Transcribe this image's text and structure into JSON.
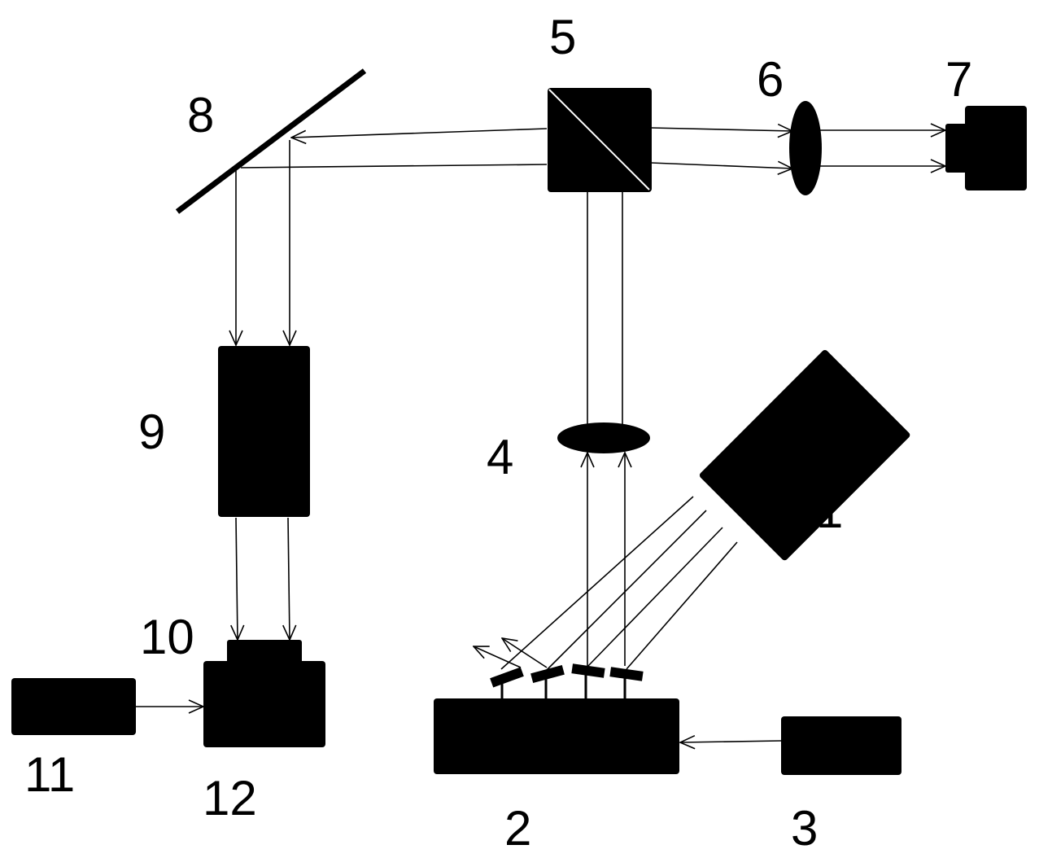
{
  "diagram": {
    "colors": {
      "component": "#000000",
      "beam": "#000000",
      "background": "#ffffff"
    },
    "labels": {
      "c1": "1",
      "c2": "2",
      "c3": "3",
      "c4": "4",
      "c5": "5",
      "c6": "6",
      "c7": "7",
      "c8": "8",
      "c9": "9",
      "c10": "10",
      "c11": "11",
      "c12": "12"
    }
  }
}
